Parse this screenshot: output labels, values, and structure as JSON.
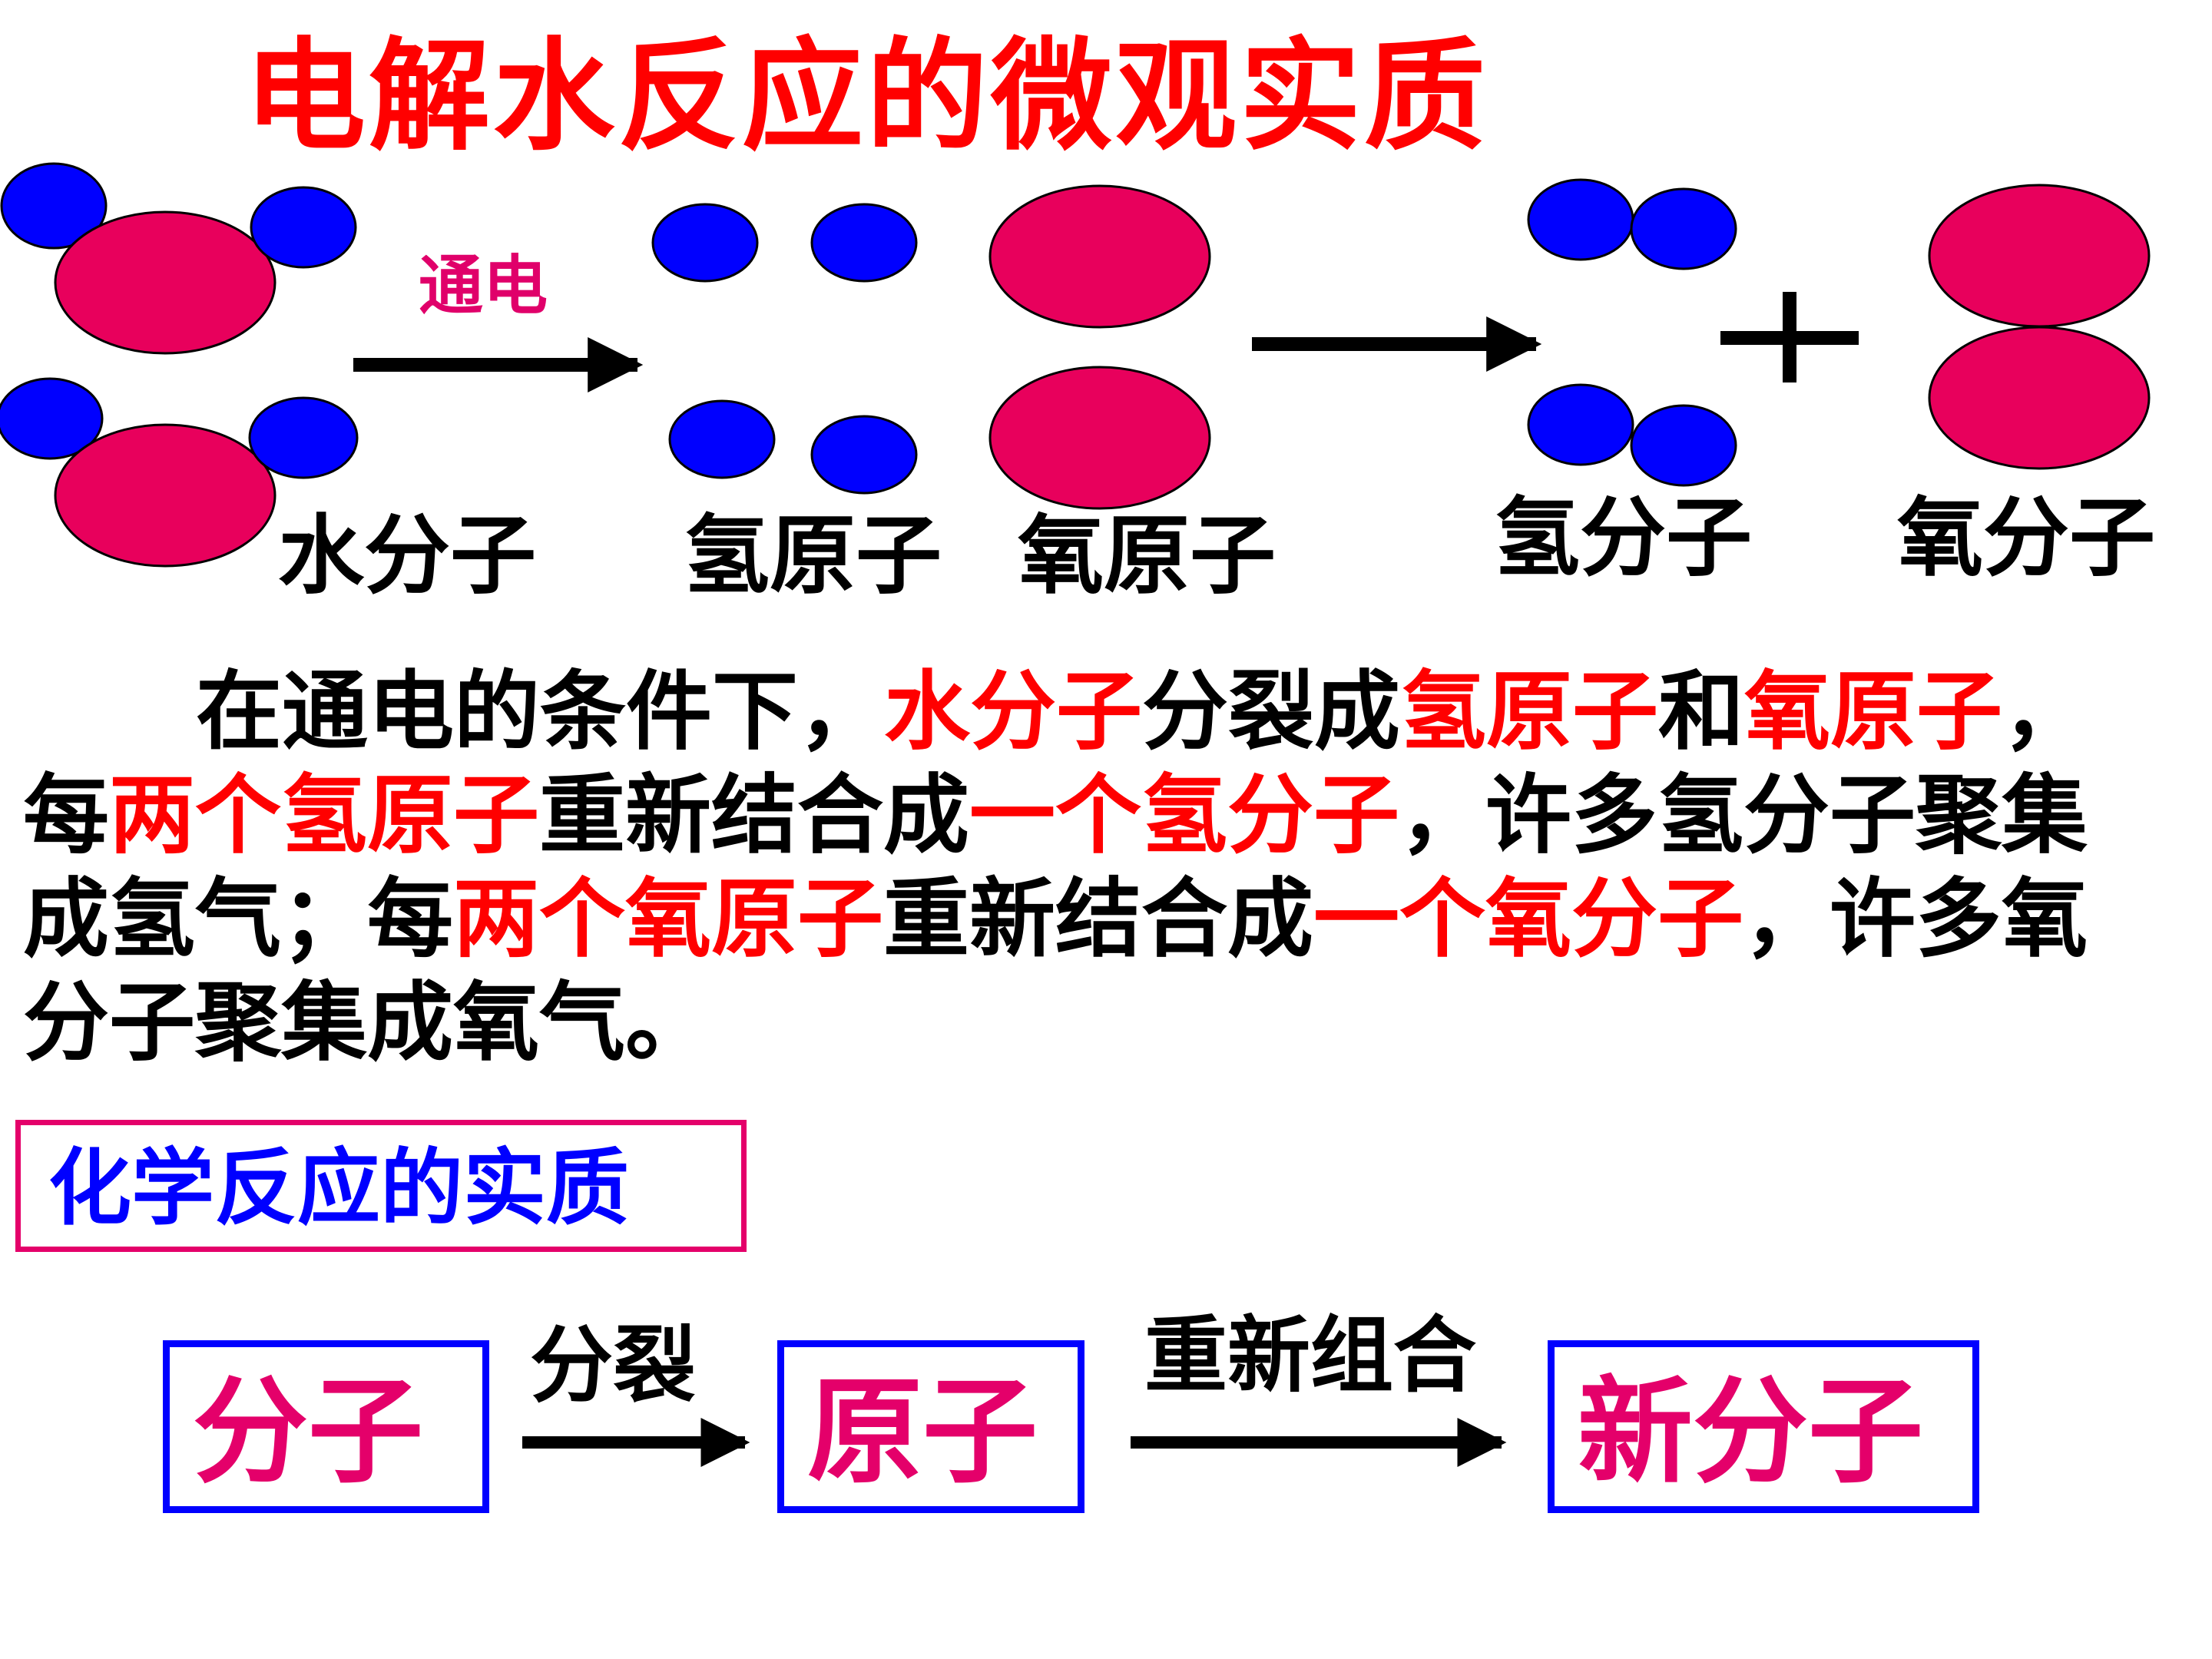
{
  "title": "电解水反应的微观实质",
  "reaction": {
    "condition": "通电",
    "labels": {
      "water_molecule": "水分子",
      "hydrogen_atom": "氢原子",
      "oxygen_atom": "氧原子",
      "hydrogen_molecule": "氢分子",
      "oxygen_molecule": "氧分子"
    },
    "plus": "+"
  },
  "paragraph": {
    "lines": [
      [
        {
          "text": "在通电的条件下，",
          "red": false
        },
        {
          "text": "水分子",
          "red": true
        },
        {
          "text": "分裂成",
          "red": false
        },
        {
          "text": "氢原子",
          "red": true
        },
        {
          "text": "和",
          "red": false
        },
        {
          "text": "氧原子",
          "red": true
        },
        {
          "text": "，",
          "red": false
        }
      ],
      [
        {
          "text": "每",
          "red": false
        },
        {
          "text": "两个氢原子",
          "red": true
        },
        {
          "text": "重新结合成",
          "red": false
        },
        {
          "text": "一个氢分子",
          "red": true
        },
        {
          "text": "，许多氢分子聚集",
          "red": false
        }
      ],
      [
        {
          "text": "成氢气；每",
          "red": false
        },
        {
          "text": "两个氧原子",
          "red": true
        },
        {
          "text": "重新结合成",
          "red": false
        },
        {
          "text": "一个氧分子",
          "red": true
        },
        {
          "text": "，许多氧",
          "red": false
        }
      ],
      [
        {
          "text": "分子聚集成氧气。",
          "red": false
        }
      ]
    ]
  },
  "essence": {
    "heading": "化学反应的实质",
    "flow": {
      "box1": "分子",
      "arrow1": "分裂",
      "box2": "原子",
      "arrow2": "重新组合",
      "box3": "新分子"
    }
  },
  "colors": {
    "title_red": "#ff0000",
    "hydrogen_blue": "#0000ff",
    "oxygen_pink": "#e8005c",
    "box_blue": "#0000ff",
    "box_pink": "#e4006a"
  }
}
